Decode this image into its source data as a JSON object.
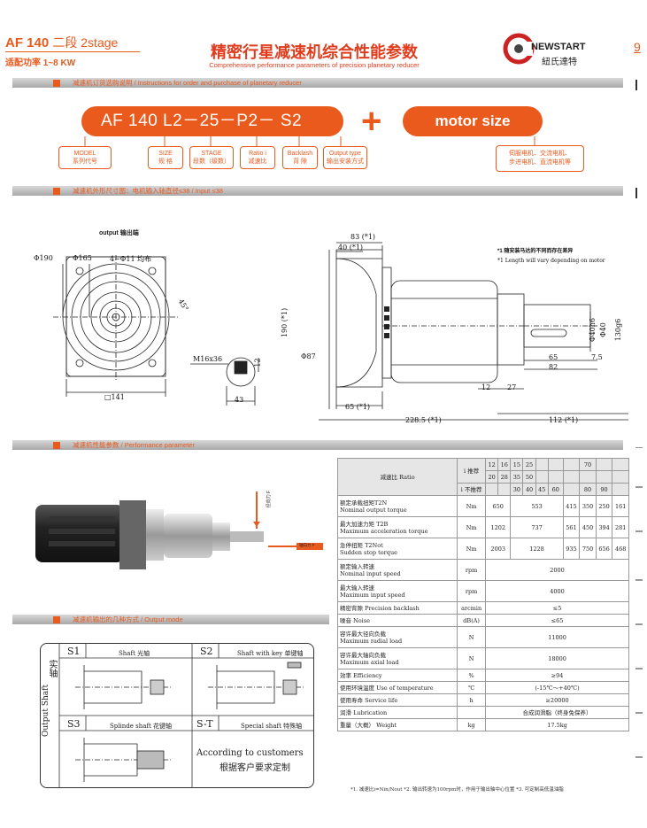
{
  "header": {
    "model_title": "AF 140",
    "stage_title": "二段 2stage",
    "power": "适配功率 1~8 KW",
    "main_title": "精密行星减速机综合性能参数",
    "main_subtitle": "Comprehensive performance parameters of precision planetary reducer",
    "brand": "NEWSTART",
    "brand_cn": "紐氏達特",
    "page_number": "9"
  },
  "sections": {
    "order": "减速机订货选购说明 / Instructions for order and purchase of planetary reducer",
    "dimension": "减速机外形尺寸图：电机输入轴直径≤38 / Input ≤38",
    "performance": "减速机性能参数 / Performance parameter",
    "output_mode": "减速机输出的几种方式 / Output mode"
  },
  "order_code": {
    "code": "AF 140  L2－25－P2－ S2",
    "plus": "+",
    "motor_size": "motor size",
    "labels": [
      {
        "en": "MODEL",
        "cn": "系列代号"
      },
      {
        "en": "SIZE",
        "cn": "规 格"
      },
      {
        "en": "STAGE",
        "cn": "段数（级数）"
      },
      {
        "en": "Ratio i",
        "cn": "减速比"
      },
      {
        "en": "Backlash",
        "cn": "背 隙"
      },
      {
        "en": "Output type",
        "cn": "输出安装方式"
      }
    ],
    "motor_label_line1": "伺服电机、交流电机、",
    "motor_label_line2": "步进电机、直流电机等"
  },
  "drawing": {
    "output_label": "output 输出端",
    "d190": "Φ190",
    "d165": "Φ165",
    "holes": "4−Φ11 均布",
    "angle": "45°",
    "m16": "M16x36",
    "dim12": "12",
    "dim43": "43",
    "sq141": "□141",
    "dim83": "83 (*1)",
    "dim40": "40 (*1)",
    "dim190": "190 (*1)",
    "dim_d87": "Φ87",
    "dim_d40": "Φ40h6",
    "dim_d40b": "Φ40",
    "dim130": "130g6",
    "dim65": "65",
    "dim7_5": "7.5",
    "dim82": "82",
    "dim12b": "12",
    "dim27": "27",
    "dim65b": "65 (*1)",
    "dim228": "228.5 (*1)",
    "dim112": "112 (*1)",
    "note_cn": "*1  随安装马达的不同而存在差异",
    "note_en": "*1  Length will vary depending on motor",
    "radial": "径向力 F",
    "axial": "轴向力 F"
  },
  "table": {
    "ratio_label": "减速比 Ratio",
    "ratio_row1_label": "i 推荐",
    "ratio_row2_label": "i 不推荐",
    "ratios_a": [
      "12",
      "16",
      "15",
      "25",
      "",
      "70",
      ""
    ],
    "ratios_b": [
      "20",
      "28",
      "35",
      "50",
      "",
      "",
      ""
    ],
    "ratios_c": [
      "",
      "",
      "30",
      "40",
      "45",
      "60",
      "",
      "80",
      "90"
    ],
    "rows": [
      {
        "cn": "额定承载扭矩T2N",
        "en": "Nominal output torque",
        "unit": "Nm",
        "vals": [
          "650",
          "553",
          "415",
          "350",
          "250",
          "161"
        ]
      },
      {
        "cn": "最大加速力矩 T2B",
        "en": "Maximum acceleration torque",
        "unit": "Nm",
        "vals": [
          "1202",
          "737",
          "561",
          "450",
          "394",
          "281"
        ]
      },
      {
        "cn": "急停扭矩 T2Not",
        "en": "Sudden stop torque",
        "unit": "Nm",
        "vals": [
          "2003",
          "1228",
          "935",
          "750",
          "656",
          "468"
        ]
      },
      {
        "cn": "额定输入转速",
        "en": "Nominal input speed",
        "unit": "rpm",
        "val": "2000"
      },
      {
        "cn": "最大输入转速",
        "en": "Maximum input speed",
        "unit": "rpm",
        "val": "4000"
      },
      {
        "cn": "精密背隙 Precision backlash",
        "en": "",
        "unit": "arcmin",
        "val": "≤5"
      },
      {
        "cn": "噪音 Noise",
        "en": "",
        "unit": "dB(A)",
        "val": "≤65"
      },
      {
        "cn": "容许最大径向负载",
        "en": "Maximum radial load",
        "unit": "N",
        "val": "11000"
      },
      {
        "cn": "容许最大轴向负载",
        "en": "Maximum axial load",
        "unit": "N",
        "val": "18000"
      },
      {
        "cn": "效率 Efficiency",
        "en": "",
        "unit": "%",
        "val": "≥94"
      },
      {
        "cn": "使用环境温度 Use of temperature",
        "en": "",
        "unit": "℃",
        "val": "(-15℃～+40℃)"
      },
      {
        "cn": "使用寿命 Service life",
        "en": "",
        "unit": "h",
        "val": "≥20000"
      },
      {
        "cn": "润滑 Lubrication",
        "en": "",
        "unit": "",
        "val": "合成润滑脂（终身免保养）"
      },
      {
        "cn": "重量（大概） Weight",
        "en": "",
        "unit": "kg",
        "val": "17.5kg"
      }
    ],
    "footnote": "*1. 减速比i=Nin/Nout   *2. 输出转速为100rpm时，作用于输出轴中心位置   *3. 可定制高低温油脂"
  },
  "output_mode": {
    "side_cn": "实轴",
    "side_en": "Output Shaft",
    "s1_code": "S1",
    "s1_label": "Shaft 光轴",
    "s2_code": "S2",
    "s2_label": "Shaft with key 单键轴",
    "s3_code": "S3",
    "s3_label": "Splinde shaft 花键轴",
    "st_code": "S-T",
    "st_label": "Special shaft 特殊轴",
    "custom_en": "According to customers",
    "custom_cn": "根据客户要求定制"
  }
}
